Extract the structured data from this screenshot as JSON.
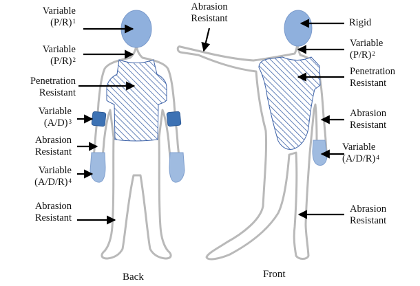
{
  "back_labels": {
    "head": {
      "line1": "Variable",
      "line2": "(P/R)",
      "sup": "1"
    },
    "neck": {
      "line1": "Variable",
      "line2": "(P/R)",
      "sup": "2"
    },
    "torso": {
      "line1": "Penetration",
      "line2": "Resistant"
    },
    "upper_arm": {
      "line1": "Variable",
      "line2": "(A/D)",
      "sup": "3"
    },
    "forearm": {
      "line1": "Abrasion",
      "line2": "Resistant"
    },
    "hand": {
      "line1": "Variable",
      "line2": "(A/D/R)",
      "sup": "4"
    },
    "legs": {
      "line1": "Abrasion",
      "line2": "Resistant"
    }
  },
  "front_labels": {
    "arm": {
      "line1": "Abrasion",
      "line2": "Resistant"
    },
    "head": {
      "line1": "Rigid"
    },
    "neck": {
      "line1": "Variable",
      "line2": "(P/R)",
      "sup": "2"
    },
    "torso": {
      "line1": "Penetration",
      "line2": "Resistant"
    },
    "forearm": {
      "line1": "Abrasion",
      "line2": "Resistant"
    },
    "hand": {
      "line1": "Variable",
      "line2": "(A/D/R)",
      "sup": "4"
    },
    "legs": {
      "line1": "Abrasion",
      "line2": "Resistant"
    }
  },
  "captions": {
    "back": "Back",
    "front": "Front"
  },
  "colors": {
    "fill_blue": "#8fb0dd",
    "band_blue": "#3d72b4",
    "outline": "#b9b9b9",
    "hatch": "#3e63a8"
  }
}
